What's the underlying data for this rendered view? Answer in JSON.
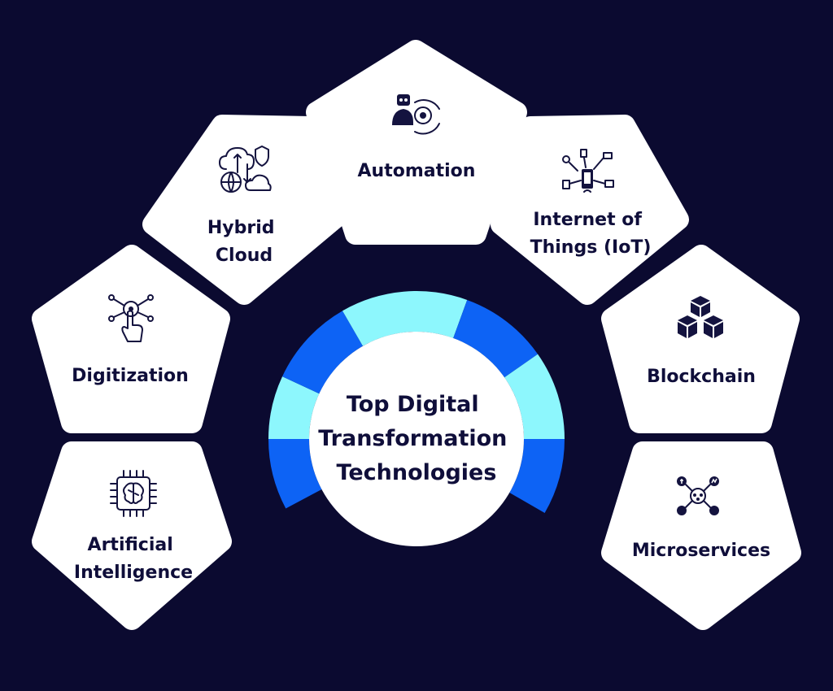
{
  "center": {
    "lines": [
      "Top Digital",
      "Transformation",
      "Technologies"
    ]
  },
  "nodes": [
    {
      "id": "automation",
      "lines": [
        "Automation"
      ],
      "icon": "robot-gear-icon"
    },
    {
      "id": "hybrid-cloud",
      "lines": [
        "Hybrid",
        "Cloud"
      ],
      "icon": "cloud-network-icon"
    },
    {
      "id": "iot",
      "lines": [
        "Internet of",
        "Things (IoT)"
      ],
      "icon": "connected-devices-icon"
    },
    {
      "id": "digitization",
      "lines": [
        "Digitization"
      ],
      "icon": "touch-network-icon"
    },
    {
      "id": "blockchain",
      "lines": [
        "Blockchain"
      ],
      "icon": "cubes-icon"
    },
    {
      "id": "artificial-intelligence",
      "lines": [
        "Artificial",
        "Intelligence"
      ],
      "icon": "brain-chip-icon"
    },
    {
      "id": "microservices",
      "lines": [
        "Microservices"
      ],
      "icon": "service-hub-icon"
    }
  ],
  "colors": {
    "background": "#0b0a30",
    "card": "#ffffff",
    "text": "#0f0e3a",
    "arc_dark": "#0d63f5",
    "arc_light": "#8df7fd"
  }
}
